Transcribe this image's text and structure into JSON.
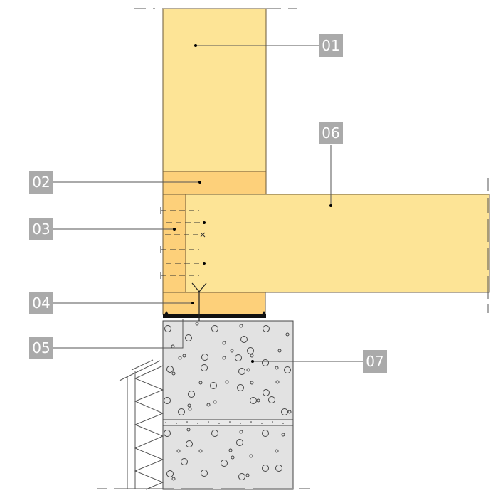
{
  "diagram": {
    "type": "construction-section-detail",
    "colors": {
      "timber_light": "#fde496",
      "timber_dark": "#fdd07a",
      "concrete": "#e2e2e2",
      "outline": "#6b5a3a",
      "label_bg": "#aaaaaa",
      "label_text": "#ffffff",
      "leader": "#555555"
    },
    "labels": [
      {
        "id": "01",
        "text": "01",
        "target": "upper wall panel"
      },
      {
        "id": "02",
        "text": "02",
        "target": "top sole plate"
      },
      {
        "id": "03",
        "text": "03",
        "target": "rim / edge beam with fasteners"
      },
      {
        "id": "04",
        "text": "04",
        "target": "bottom sole plate"
      },
      {
        "id": "05",
        "text": "05",
        "target": "bearing strip / anchor"
      },
      {
        "id": "06",
        "text": "06",
        "target": "floor slab panel"
      },
      {
        "id": "07",
        "text": "07",
        "target": "concrete foundation wall"
      }
    ]
  }
}
